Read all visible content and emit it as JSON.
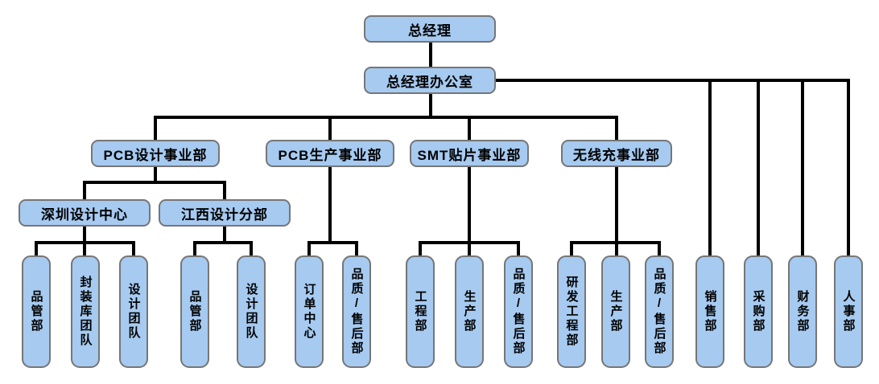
{
  "diagram": {
    "type": "org-chart",
    "colors": {
      "box_fill": "#a6caf0",
      "box_border": "#767676",
      "connector": "#000000",
      "text": "#000000",
      "background": "#ffffff"
    },
    "nodes": {
      "gm": {
        "label": "总经理"
      },
      "office": {
        "label": "总经理办公室"
      },
      "pcb_design": {
        "label": "PCB设计事业部"
      },
      "pcb_prod": {
        "label": "PCB生产事业部"
      },
      "smt": {
        "label": "SMT贴片事业部"
      },
      "wireless": {
        "label": "无线充事业部"
      },
      "shenzhen": {
        "label": "深圳设计中心"
      },
      "jiangxi": {
        "label": "江西设计分部"
      },
      "sz_quality": {
        "label": "品管部"
      },
      "sz_package_lib": {
        "label": "封装库团队"
      },
      "sz_design_team": {
        "label": "设计团队"
      },
      "jx_quality": {
        "label": "品管部"
      },
      "jx_design_team": {
        "label": "设计团队"
      },
      "pp_order_center": {
        "label": "订单中心"
      },
      "pp_quality_aftersales": {
        "label": "品质/售后部"
      },
      "smt_engineering": {
        "label": "工程部"
      },
      "smt_production": {
        "label": "生产部"
      },
      "smt_quality_aftersales": {
        "label": "品质/售后部"
      },
      "wl_rd_engineering": {
        "label": "研发工程部"
      },
      "wl_production": {
        "label": "生产部"
      },
      "wl_quality_aftersales": {
        "label": "品质/售后部"
      },
      "sales": {
        "label": "销售部"
      },
      "purchasing": {
        "label": "采购部"
      },
      "finance": {
        "label": "财务部"
      },
      "hr": {
        "label": "人事部"
      }
    },
    "edges": [
      [
        "gm",
        "office"
      ],
      [
        "office",
        "pcb_design"
      ],
      [
        "office",
        "pcb_prod"
      ],
      [
        "office",
        "smt"
      ],
      [
        "office",
        "wireless"
      ],
      [
        "office",
        "sales"
      ],
      [
        "office",
        "purchasing"
      ],
      [
        "office",
        "finance"
      ],
      [
        "office",
        "hr"
      ],
      [
        "pcb_design",
        "shenzhen"
      ],
      [
        "pcb_design",
        "jiangxi"
      ],
      [
        "shenzhen",
        "sz_quality"
      ],
      [
        "shenzhen",
        "sz_package_lib"
      ],
      [
        "shenzhen",
        "sz_design_team"
      ],
      [
        "jiangxi",
        "jx_quality"
      ],
      [
        "jiangxi",
        "jx_design_team"
      ],
      [
        "pcb_prod",
        "pp_order_center"
      ],
      [
        "pcb_prod",
        "pp_quality_aftersales"
      ],
      [
        "smt",
        "smt_engineering"
      ],
      [
        "smt",
        "smt_production"
      ],
      [
        "smt",
        "smt_quality_aftersales"
      ],
      [
        "wireless",
        "wl_rd_engineering"
      ],
      [
        "wireless",
        "wl_production"
      ],
      [
        "wireless",
        "wl_quality_aftersales"
      ]
    ]
  }
}
